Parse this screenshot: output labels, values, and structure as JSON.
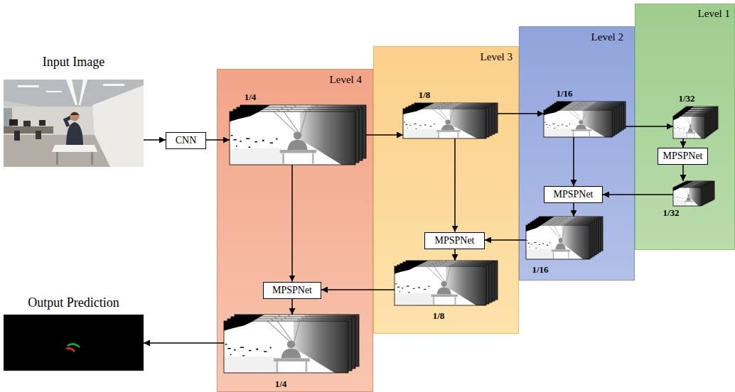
{
  "diagram": {
    "nodes": [
      {
        "text": [
          "Input Image"
        ]
      },
      {
        "text": [
          "CNN"
        ]
      },
      {
        "text": [
          "Level 4"
        ]
      },
      {
        "text": [
          "1/4"
        ],
        "in": 2
      },
      {
        "text": [
          "MPSPNet"
        ],
        "in": 2
      },
      {
        "text": [
          "1/4"
        ],
        "in": 2
      },
      {
        "text": [
          "Level 3"
        ]
      },
      {
        "text": [
          "1/8"
        ],
        "in": 6
      },
      {
        "text": [
          "MPSPNet"
        ],
        "in": 6
      },
      {
        "text": [
          "1/8"
        ],
        "in": 6
      },
      {
        "text": [
          "Level 2"
        ]
      },
      {
        "text": [
          "1/16"
        ],
        "in": 10
      },
      {
        "text": [
          "MPSPNet"
        ],
        "in": 10
      },
      {
        "text": [
          "1/16"
        ],
        "in": 10
      },
      {
        "text": [
          "Level 1"
        ]
      },
      {
        "text": [
          "1/32"
        ],
        "in": 14
      },
      {
        "text": [
          "MPSPNet"
        ],
        "in": 14
      },
      {
        "text": [
          "1/32"
        ],
        "in": 14
      },
      {
        "text": [
          "Output Prediction"
        ]
      }
    ],
    "edges": [
      {
        "from": 0,
        "to": 1,
        "arrow": "to"
      },
      {
        "from": 1,
        "to": 3,
        "arrow": "to"
      },
      {
        "from": 3,
        "to": 7,
        "arrow": "to"
      },
      {
        "from": 7,
        "to": 11,
        "arrow": "to"
      },
      {
        "from": 11,
        "to": 15,
        "arrow": "to"
      },
      {
        "from": 15,
        "to": 16,
        "arrow": "to"
      },
      {
        "from": 16,
        "to": 17,
        "arrow": "to"
      },
      {
        "from": 17,
        "to": 12,
        "arrow": "to"
      },
      {
        "from": 11,
        "to": 12,
        "arrow": "to"
      },
      {
        "from": 12,
        "to": 13,
        "arrow": "to"
      },
      {
        "from": 13,
        "to": 8,
        "arrow": "to"
      },
      {
        "from": 7,
        "to": 8,
        "arrow": "to"
      },
      {
        "from": 8,
        "to": 9,
        "arrow": "to"
      },
      {
        "from": 9,
        "to": 4,
        "arrow": "to"
      },
      {
        "from": 3,
        "to": 4,
        "arrow": "to"
      },
      {
        "from": 4,
        "to": 5,
        "arrow": "to"
      },
      {
        "from": 5,
        "to": 18,
        "arrow": "to"
      }
    ]
  }
}
